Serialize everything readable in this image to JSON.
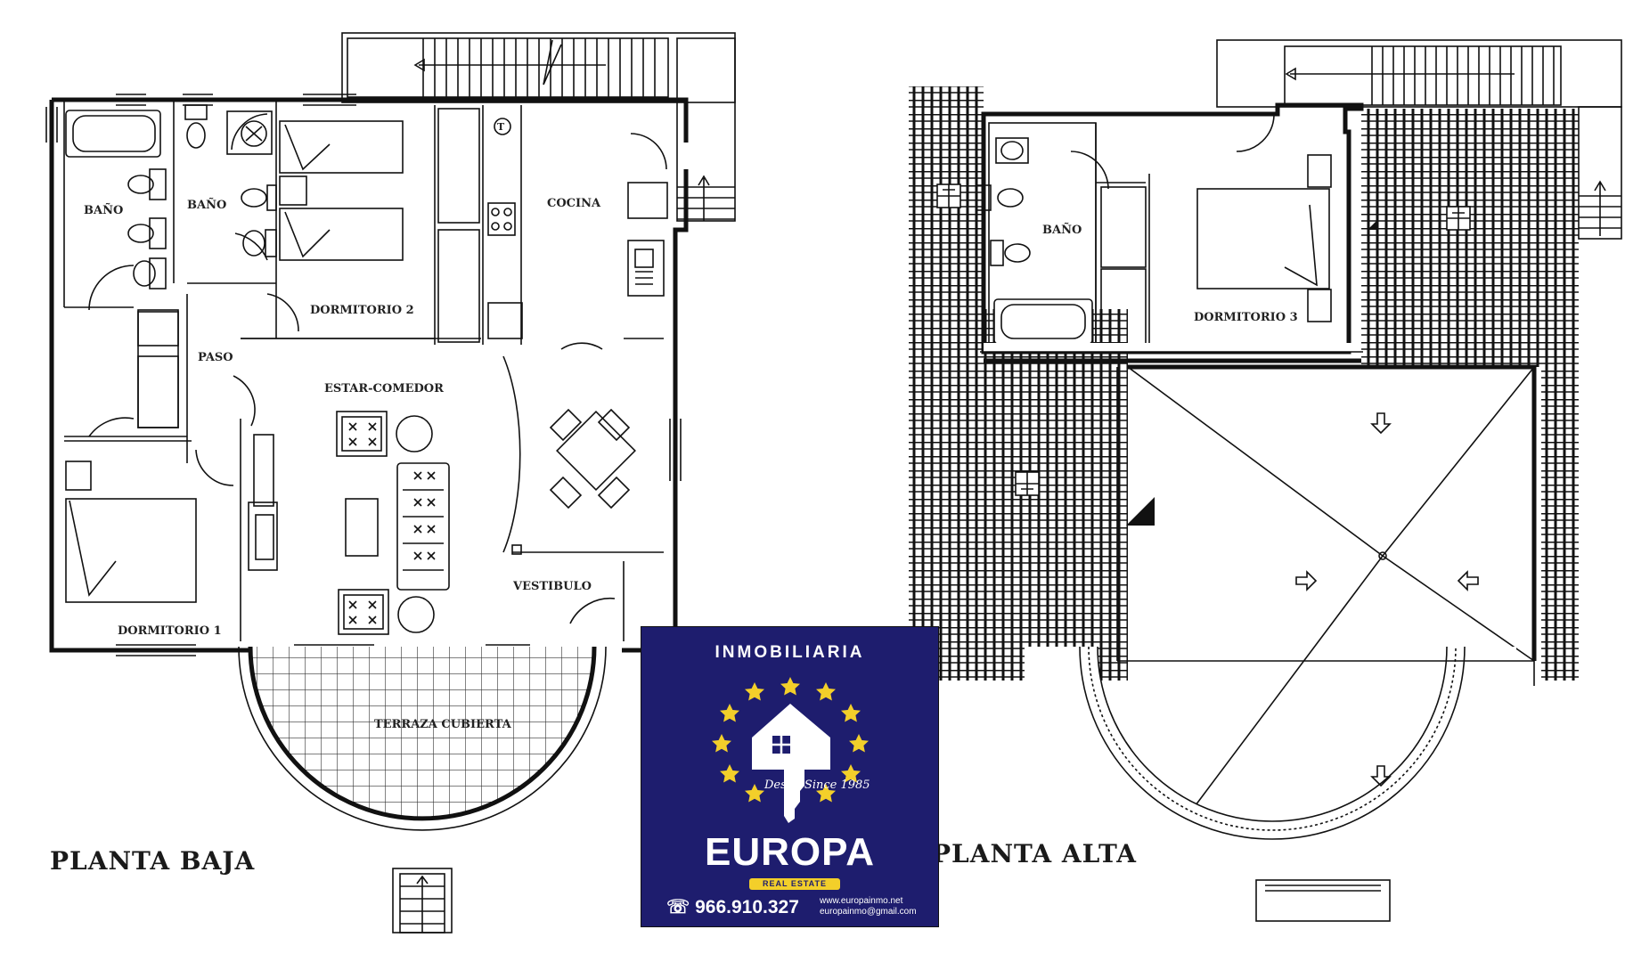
{
  "planta_baja": {
    "title": "PLANTA BAJA",
    "rooms": {
      "bano_a": "BAÑO",
      "bano_b": "BAÑO",
      "dormitorio_2": "DORMITORIO 2",
      "cocina": "COCINA",
      "paso": "PASO",
      "estar_comedor": "ESTAR-COMEDOR",
      "dormitorio_1": "DORMITORIO 1",
      "vestibulo": "VESTIBULO",
      "terraza": "TERRAZA CUBIERTA",
      "termo": "T"
    }
  },
  "planta_alta": {
    "title": "PLANTA ALTA",
    "rooms": {
      "bano": "BAÑO",
      "dormitorio_3": "DORMITORIO 3"
    }
  },
  "logo": {
    "heading": "INMOBILIARIA",
    "brand": "EUROPA",
    "tagline": "REAL ESTATE",
    "since": "Desde Since 1985",
    "phone": "966.910.327",
    "website": "www.europainmo.net",
    "email": "europainmo@gmail.com",
    "colors": {
      "background": "#1e1d6e",
      "stars": "#f3cf2a",
      "text": "#ffffff"
    }
  }
}
